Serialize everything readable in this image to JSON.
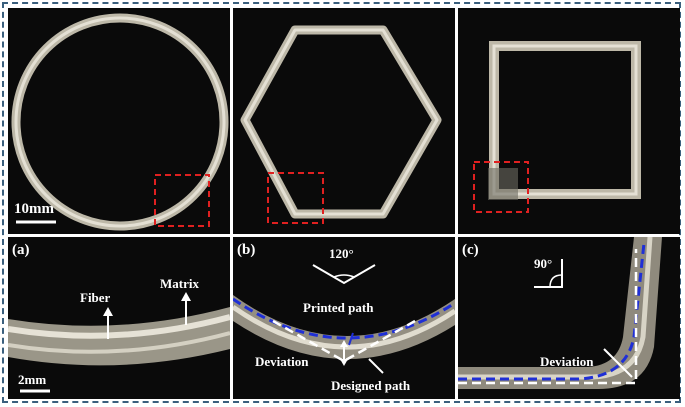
{
  "top_panels": {
    "scale_bar": "10mm"
  },
  "panel_a": {
    "label": "(a)",
    "fiber": "Fiber",
    "matrix": "Matrix",
    "scale_bar": "2mm"
  },
  "panel_b": {
    "label": "(b)",
    "angle": "120°",
    "printed_path": "Printed path",
    "deviation": "Deviation",
    "designed_path": "Designed path"
  },
  "panel_c": {
    "label": "(c)",
    "angle": "90°",
    "deviation": "Deviation"
  },
  "colors": {
    "highlight_box": "#e02020",
    "printed_path": "#1f2fd6",
    "designed_path": "#ffffff",
    "fiber": "#cfcbbd"
  }
}
